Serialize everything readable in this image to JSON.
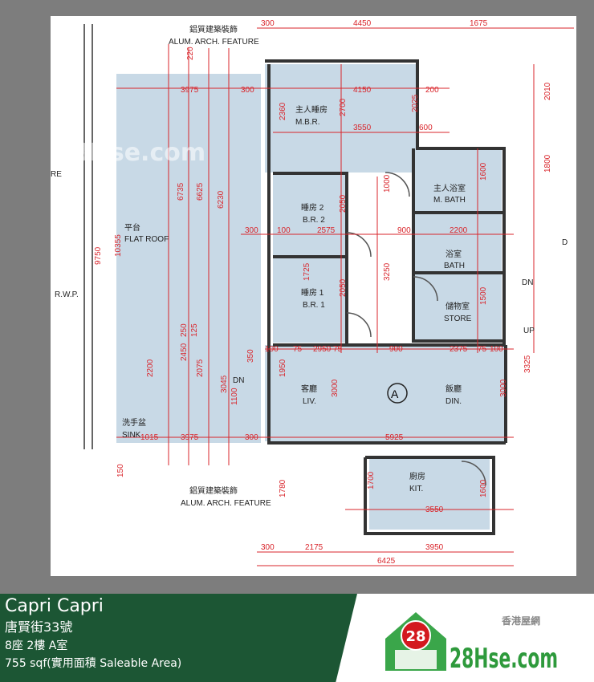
{
  "watermark": "28Hse.com",
  "plan": {
    "unit_marker": "A",
    "features_top": [
      "鋁質建築裝飾",
      "ALUM. ARCH. FEATURE"
    ],
    "features_bottom": [
      "鋁質建築裝飾",
      "ALUM. ARCH. FEATURE"
    ],
    "rooms": [
      {
        "cn": "主人睡房",
        "en": "M.B.R."
      },
      {
        "cn": "睡房 2",
        "en": "B.R. 2"
      },
      {
        "cn": "睡房 1",
        "en": "B.R. 1"
      },
      {
        "cn": "主人浴室",
        "en": "M. BATH"
      },
      {
        "cn": "浴室",
        "en": "BATH"
      },
      {
        "cn": "儲物室",
        "en": "STORE"
      },
      {
        "cn": "客廳",
        "en": "LIV."
      },
      {
        "cn": "飯廳",
        "en": "DIN."
      },
      {
        "cn": "廚房",
        "en": "KIT."
      },
      {
        "cn": "平台",
        "en": "FLAT ROOF"
      },
      {
        "cn": "洗手盆",
        "en": "SINK"
      }
    ],
    "other_labels": {
      "rwp": "R.W.P.",
      "re": "RE",
      "dn1": "DN",
      "dn2": "DN",
      "up": "UP",
      "d": "D"
    },
    "dimensions": {
      "top": [
        "300",
        "4450",
        "1675"
      ],
      "row2": [
        "3975",
        "300",
        "4150",
        "200"
      ],
      "row_mbr": [
        "3550",
        "600"
      ],
      "row_br": [
        "300",
        "100",
        "2575",
        "900",
        "2200"
      ],
      "row_liv": [
        "100",
        "75",
        "2950",
        "75",
        "900",
        "2375",
        "75",
        "100"
      ],
      "row_kit_top": [
        "1015",
        "3975",
        "300",
        "5925"
      ],
      "row_kit": [
        "3550"
      ],
      "bottom": [
        "300",
        "2175",
        "3950"
      ],
      "total": [
        "6425"
      ],
      "vertical": [
        "6735",
        "6625",
        "6230",
        "10355",
        "9750",
        "2450",
        "2075",
        "2200",
        "3045",
        "1950",
        "3000",
        "3000",
        "3250",
        "2050",
        "2050",
        "1725",
        "2700",
        "2360",
        "2025",
        "2010",
        "1800",
        "1600",
        "1500",
        "1780",
        "1700",
        "1600",
        "3325",
        "1000",
        "220",
        "150",
        "250",
        "125",
        "1100",
        "350"
      ]
    }
  },
  "footer": {
    "estate": "Capri Capri",
    "address": "唐賢街33號",
    "unit": "8座 2樓 A室",
    "area": "755 sqf(實用面積 Saleable Area)",
    "brand_cn": "香港屋網",
    "brand": "28Hse.com",
    "logo_number": "28"
  },
  "colors": {
    "background": "#7d7d7d",
    "room_fill": "#c8d9e6",
    "dimension": "#d9252b",
    "footer_green": "#1c5634",
    "brand_green": "#2e9a3c",
    "logo_red": "#d3191f"
  }
}
